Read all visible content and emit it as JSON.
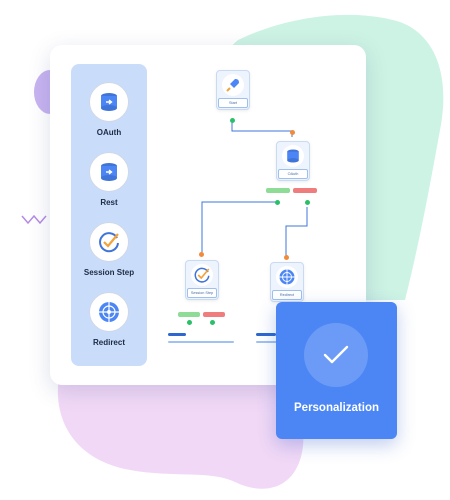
{
  "colors": {
    "accent": "#4b86f4",
    "palette_bg": "#c9ddfb",
    "connector": "#3f74d8",
    "port_input": "#f28a3a",
    "port_output": "#2bbf6a",
    "success_branch": "#8fdc97",
    "failure_branch": "#ef7d7d",
    "blob_green": "#cdf3e4",
    "blob_pink": "#f1d8f6",
    "blob_purple": "#c7b3f0"
  },
  "palette": {
    "items": [
      {
        "label": "OAuth",
        "icon": "database-arrow-icon"
      },
      {
        "label": "Rest",
        "icon": "database-arrow-icon"
      },
      {
        "label": "Session Step",
        "icon": "clock-check-icon"
      },
      {
        "label": "Redirect",
        "icon": "globe-icon"
      }
    ]
  },
  "flow": {
    "nodes": [
      {
        "id": "start",
        "label": "Start",
        "icon": "rocket-icon"
      },
      {
        "id": "oauth",
        "label": "OAuth",
        "icon": "database-arrow-icon"
      },
      {
        "id": "session",
        "label": "Session Step",
        "icon": "clock-check-icon"
      },
      {
        "id": "redirect",
        "label": "Redirect",
        "icon": "globe-icon"
      }
    ]
  },
  "personalization": {
    "label": "Personalization",
    "icon": "checkmark-icon"
  }
}
